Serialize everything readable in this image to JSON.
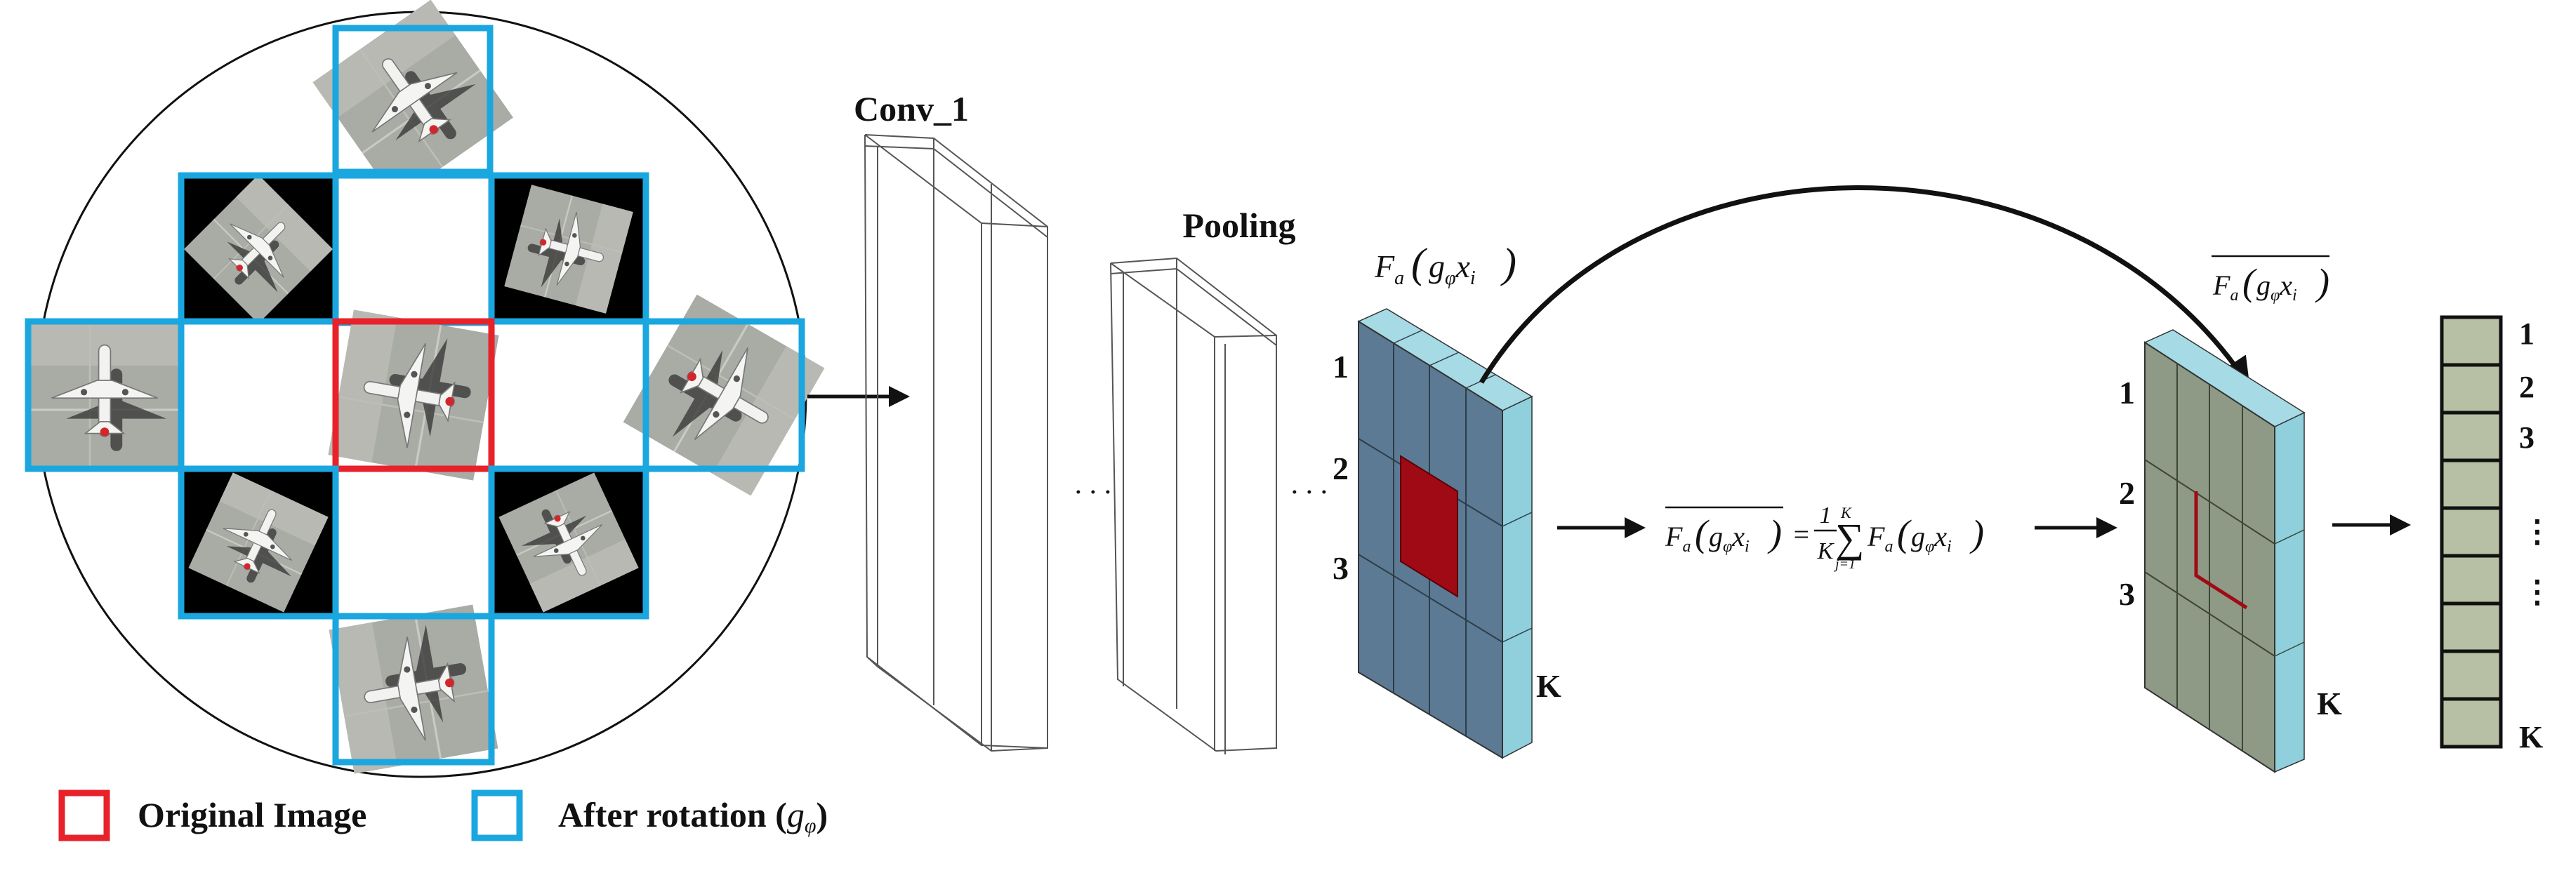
{
  "title": "",
  "legend": {
    "original_label": "Original Image",
    "rotation_label": "After rotation (",
    "rotation_symbol": "g",
    "rotation_subscript": "φ",
    "rotation_close": ")",
    "original_color": "#e8222a",
    "rotation_color": "#1aa7e0"
  },
  "layers": {
    "conv_label": "Conv_1",
    "pool_label": "Pooling",
    "ellipsis": "· · ·"
  },
  "feature_map": {
    "label_F": "F",
    "label_sub": "a",
    "label_g": "g",
    "label_gsub": "φ",
    "label_x": "x",
    "label_xsub": "i",
    "row_labels": [
      "1",
      "2",
      "3",
      "K"
    ],
    "fill_color": "#5c7a93",
    "highlight_color": "#a00a14",
    "side_color": "#8fd0dc"
  },
  "equation": {
    "lhs_F": "F",
    "lhs_sub": "a",
    "lhs_g": "g",
    "lhs_gsub": "φ",
    "lhs_x": "x",
    "lhs_xsub": "i",
    "equals": "=",
    "frac_num": "1",
    "frac_den": "K",
    "sum_sym": "∑",
    "sum_top": "K",
    "sum_bot": "j=1"
  },
  "pooled_map": {
    "label_F": "F",
    "label_sub": "a",
    "label_g": "g",
    "label_gsub": "φ",
    "label_x": "x",
    "label_xsub": "i",
    "row_labels": [
      "1",
      "2",
      "3",
      "K"
    ],
    "fill_color": "#8e9a85"
  },
  "output_vector": {
    "labels": [
      "1",
      "2",
      "3",
      "⋮",
      "⋮",
      "K"
    ],
    "cell_color": "#b7c0a4",
    "cell_count": 9
  }
}
